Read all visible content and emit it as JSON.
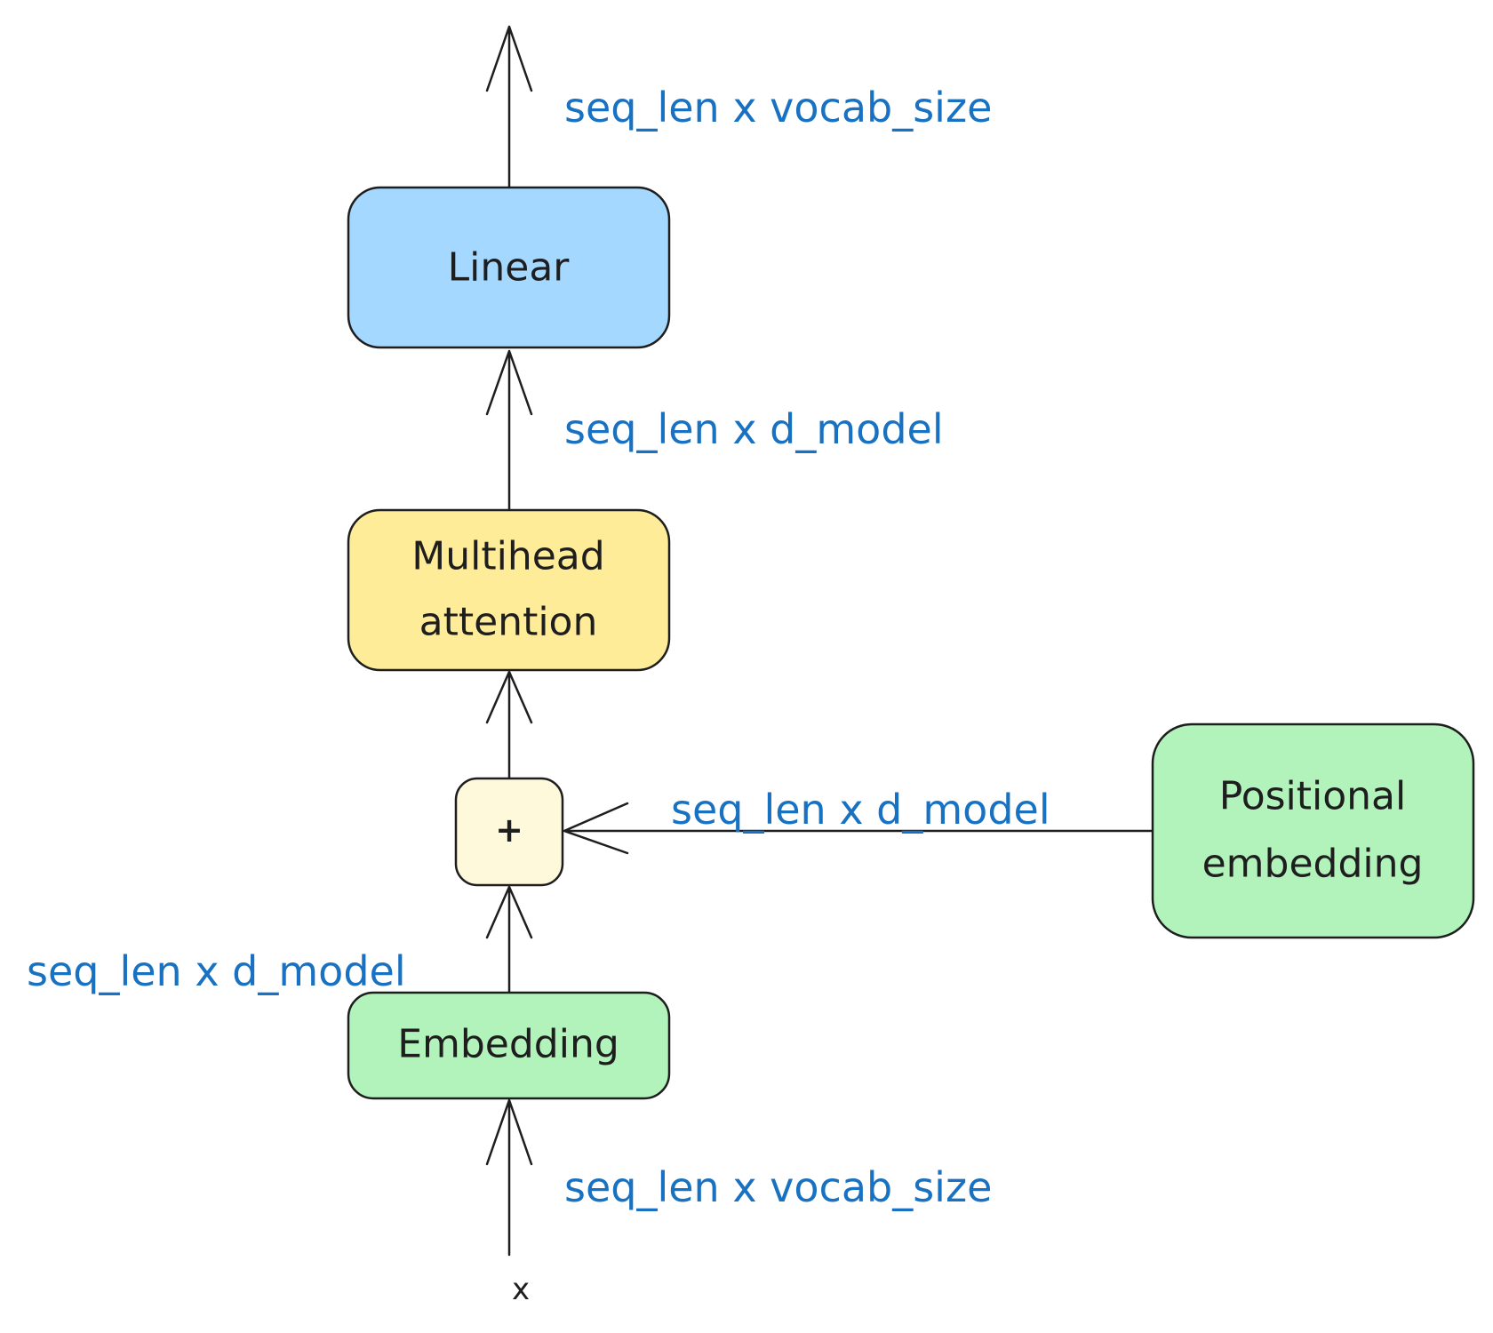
{
  "colors": {
    "stroke": "#1e1e1e",
    "label": "#1971c2",
    "linear_fill": "#a5d8ff",
    "attention_fill": "#ffec99",
    "plus_fill": "#fff9db",
    "embedding_fill": "#b2f2bb",
    "positional_fill": "#b2f2bb"
  },
  "nodes": {
    "linear": {
      "label": "Linear"
    },
    "attention": {
      "line1": "Multihead",
      "line2": "attention"
    },
    "plus": {
      "label": "+"
    },
    "embedding": {
      "label": "Embedding"
    },
    "positional": {
      "line1": "Positional",
      "line2": "embedding"
    }
  },
  "edge_labels": {
    "output": "seq_len x vocab_size",
    "attention_to_linear": "seq_len x d_model",
    "positional_to_plus": "seq_len x d_model",
    "embedding_to_plus": "seq_len x d_model",
    "input_to_embedding": "seq_len x vocab_size"
  },
  "input": {
    "label": "x"
  }
}
